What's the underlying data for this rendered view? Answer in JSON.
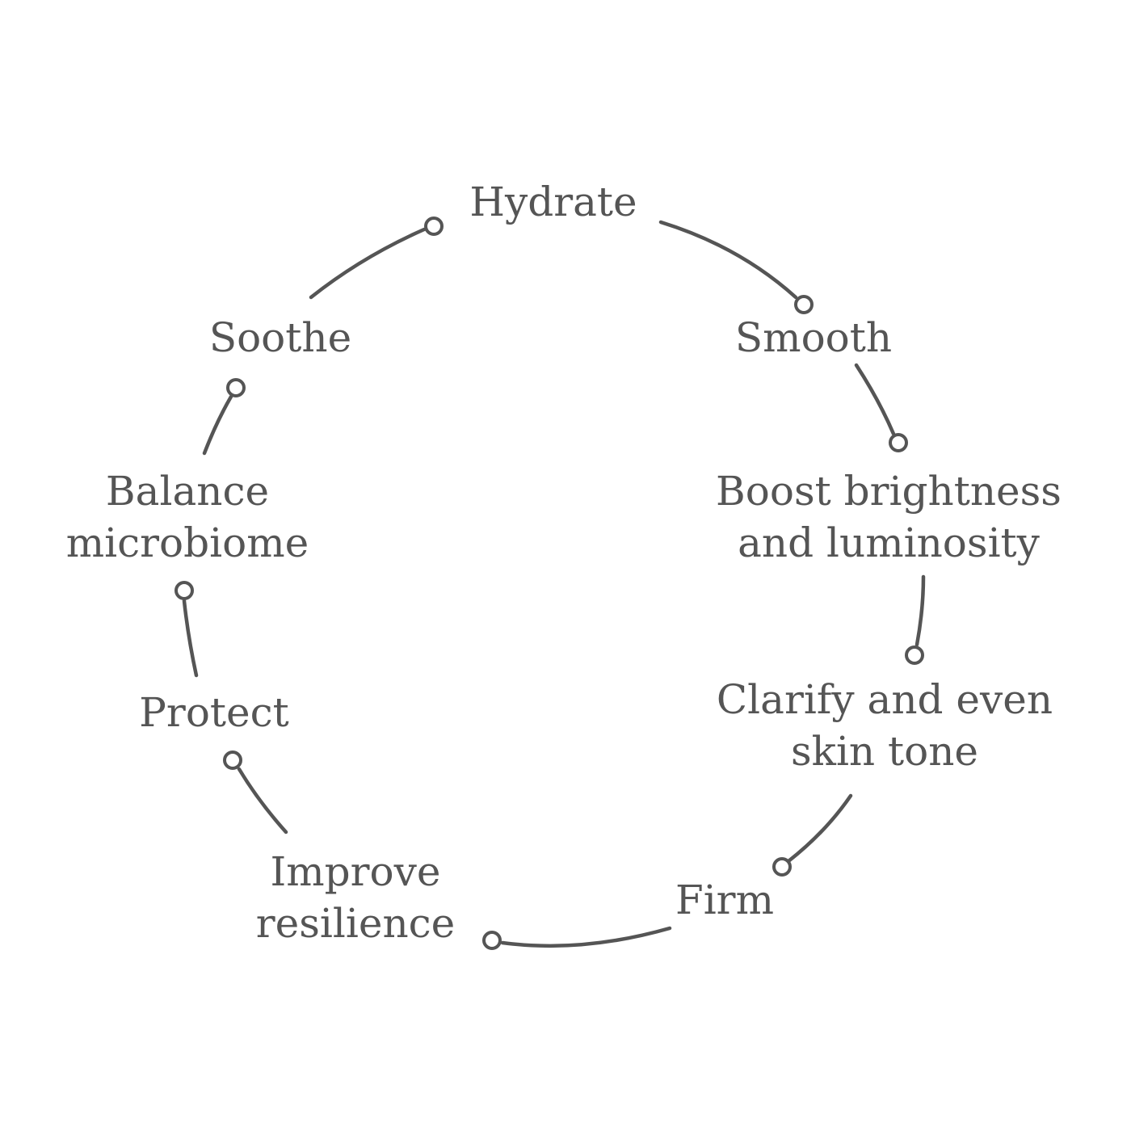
{
  "stroke_color": "#555555",
  "text_color": "#555555",
  "background_color": "#ffffff",
  "steps": [
    {
      "id": "hydrate",
      "lines": [
        "Hydrate"
      ]
    },
    {
      "id": "smooth",
      "lines": [
        "Smooth"
      ]
    },
    {
      "id": "boost",
      "lines": [
        "Boost brightness",
        "and luminosity"
      ]
    },
    {
      "id": "clarify",
      "lines": [
        "Clarify and even",
        "skin tone"
      ]
    },
    {
      "id": "firm",
      "lines": [
        "Firm"
      ]
    },
    {
      "id": "improve",
      "lines": [
        "Improve",
        "resilience"
      ]
    },
    {
      "id": "protect",
      "lines": [
        "Protect"
      ]
    },
    {
      "id": "balance",
      "lines": [
        "Balance",
        "microbiome"
      ]
    },
    {
      "id": "soothe",
      "lines": [
        "Soothe"
      ]
    }
  ]
}
